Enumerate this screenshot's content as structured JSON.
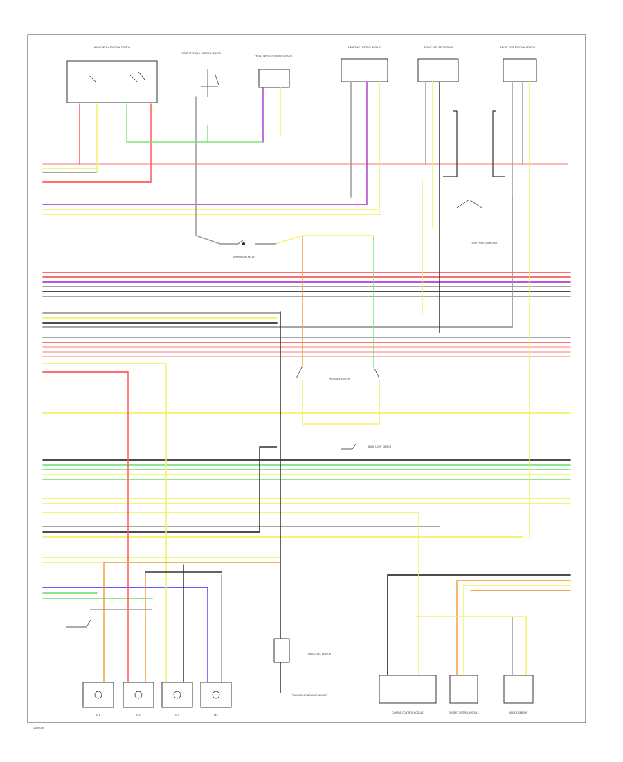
{
  "diagram": {
    "figure_id": "T1000000",
    "colors": {
      "red": "#ff5a5a",
      "pink": "#ffb0b0",
      "violet": "#b040d0",
      "yellow": "#f2f266",
      "green": "#7de27d",
      "gray": "#9a9a9a",
      "dark": "#333333",
      "blue": "#4a4aff",
      "orange": "#f5a040",
      "black": "#222222"
    },
    "components": [
      {
        "id": "c1",
        "label": "BRAKE PEDAL POSITION SENSOR"
      },
      {
        "id": "c2",
        "label": "FRONT STEERING POSITION SENSOR"
      },
      {
        "id": "c3",
        "label": "FRONT WHEEL POSITION SENSOR"
      },
      {
        "id": "c4",
        "label": "AIR INTAKE CONTROL MODULE"
      },
      {
        "id": "c5",
        "label": "FRONT SEAT BELT SENSOR"
      },
      {
        "id": "c6",
        "label": "FRONT SEAT POSITION SENSOR"
      },
      {
        "id": "c7",
        "label": "SUSPENSION RELAY"
      },
      {
        "id": "c8",
        "label": "SEAT POSITION MOTOR"
      },
      {
        "id": "c9",
        "label": "PRESSURE SWITCH"
      },
      {
        "id": "c10",
        "label": "BRAKE LIGHT SWITCH"
      },
      {
        "id": "c11",
        "label": "FUEL LEVEL SENSOR"
      },
      {
        "id": "c12",
        "label": "TRANSMISSION RANGE SENSOR"
      },
      {
        "id": "c13",
        "label": "CHARGE CONTROL MODULE"
      },
      {
        "id": "c14",
        "label": "ENGINE CONTROL MODULE"
      },
      {
        "id": "c15",
        "label": "KNOCK SENSOR"
      }
    ],
    "bottom_motor_labels": [
      "M1",
      "M2",
      "M3",
      "M4"
    ]
  }
}
